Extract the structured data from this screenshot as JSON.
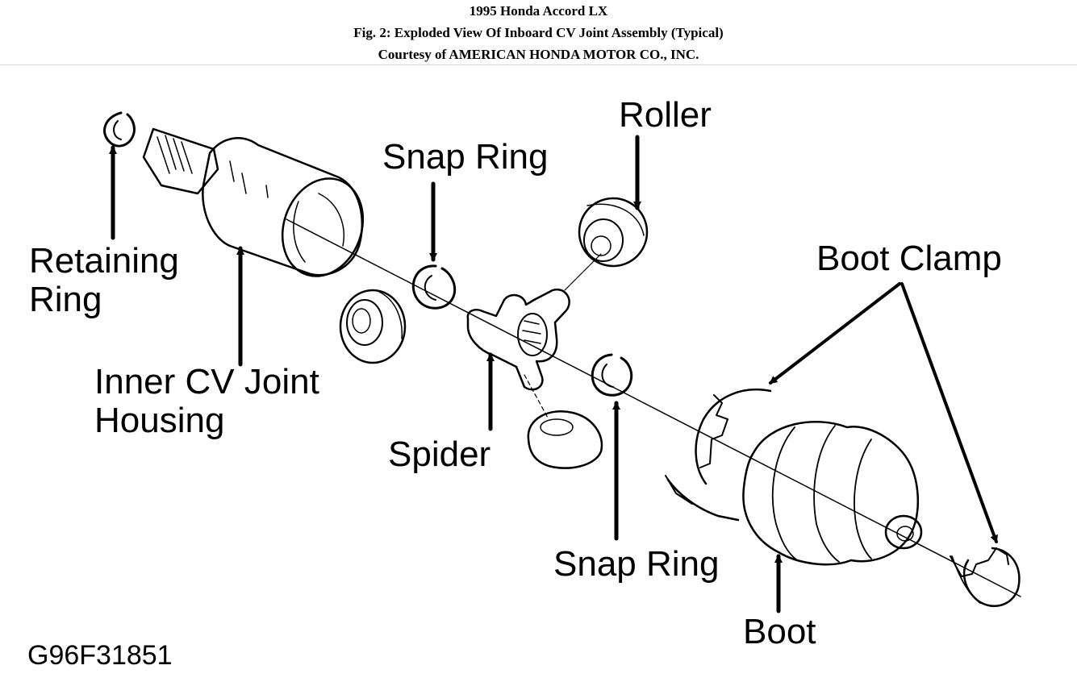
{
  "header": {
    "line1": "1995 Honda Accord LX",
    "line2": "Fig. 2: Exploded View Of Inboard CV Joint Assembly (Typical)",
    "line3": "Courtesy of AMERICAN HONDA MOTOR CO., INC."
  },
  "labels": {
    "roller": "Roller",
    "snap_ring_top": "Snap Ring",
    "retaining_ring_1": "Retaining",
    "retaining_ring_2": "Ring",
    "boot_clamp": "Boot Clamp",
    "inner_cv_1": "Inner CV Joint",
    "inner_cv_2": "Housing",
    "spider": "Spider",
    "snap_ring_bottom": "Snap Ring",
    "boot": "Boot"
  },
  "figure_code": "G96F31851"
}
